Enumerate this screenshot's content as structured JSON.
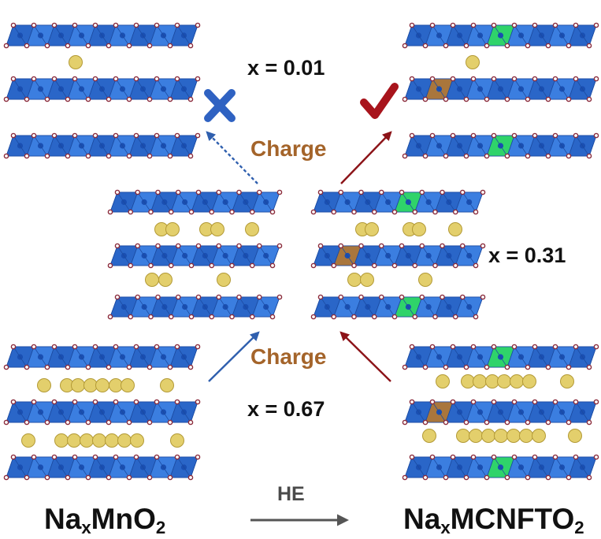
{
  "labels": {
    "x_top": "x = 0.01",
    "x_mid": "x = 0.31",
    "x_bottom": "x = 0.67",
    "charge_top": "Charge",
    "charge_bottom": "Charge",
    "he": "HE"
  },
  "formula_left": {
    "prefix": "Na",
    "sub1": "x",
    "mid": "MnO",
    "sub2": "2"
  },
  "formula_right": {
    "prefix": "Na",
    "sub1": "x",
    "mid": "MCNFTO",
    "sub2": "2"
  },
  "colors": {
    "octahedron": "#2f6ed1",
    "octahedron_dark": "#1d4fae",
    "oxygen": "#8b2c3c",
    "sodium": "#e3cf6c",
    "sodium_edge": "#b39a36",
    "green_site": "#2fd36a",
    "brown_site": "#a9763c",
    "fail_cross": "#2f62c2",
    "success_check": "#a8141c",
    "arrow_blue": "#2f5fae",
    "arrow_red": "#8c1318",
    "arrow_gray": "#555555"
  },
  "symbols": {
    "fail": "cross-icon",
    "success": "check-icon"
  }
}
